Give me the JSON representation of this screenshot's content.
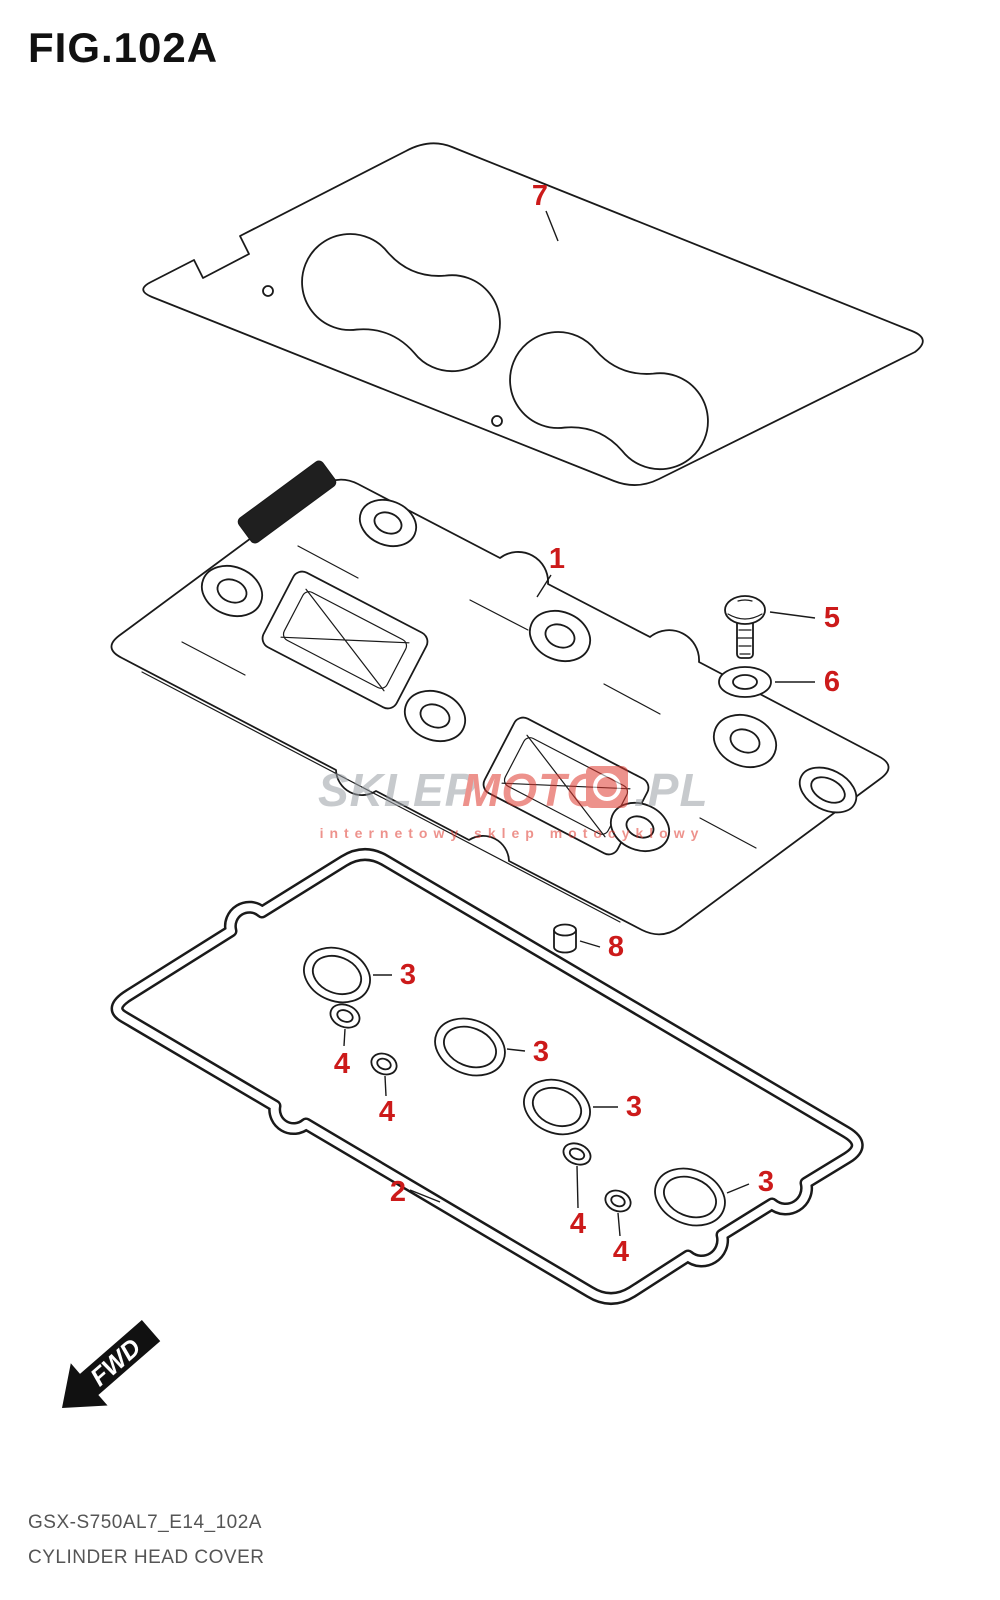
{
  "page": {
    "fig_label": "FIG.102A",
    "footer_code": "GSX-S750AL7_E14_102A",
    "footer_title": "CYLINDER HEAD COVER"
  },
  "fwd_marker": {
    "label": "FWD"
  },
  "watermark": {
    "brand_prefix": "SKLEP",
    "brand_accent": "MOTO",
    "brand_suffix": ".PL",
    "tagline": "internetowy sklep motocyklowy",
    "accent_color": "#e03a30",
    "gray_color": "#9aa0a6"
  },
  "colors": {
    "callout": "#cc1a1a",
    "ink": "#1a1a1a",
    "footer": "#555555"
  },
  "callouts": [
    {
      "ref": "7"
    },
    {
      "ref": "1"
    },
    {
      "ref": "5"
    },
    {
      "ref": "6"
    },
    {
      "ref": "8"
    },
    {
      "ref": "2"
    },
    {
      "ref": "3"
    },
    {
      "ref": "3"
    },
    {
      "ref": "3"
    },
    {
      "ref": "3"
    },
    {
      "ref": "4"
    },
    {
      "ref": "4"
    },
    {
      "ref": "4"
    },
    {
      "ref": "4"
    }
  ]
}
